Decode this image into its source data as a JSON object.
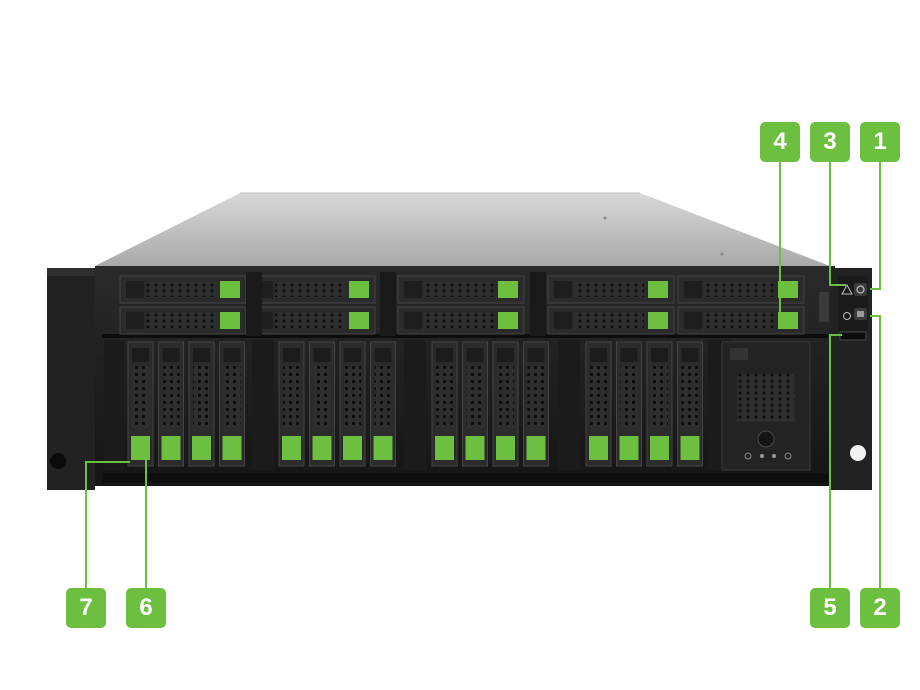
{
  "callouts": [
    {
      "label": "1"
    },
    {
      "label": "2"
    },
    {
      "label": "3"
    },
    {
      "label": "4"
    },
    {
      "label": "5"
    },
    {
      "label": "6"
    },
    {
      "label": "7"
    }
  ],
  "colors": {
    "accent": "#6dbf3f",
    "chassis": "#1e1e1e",
    "top_cover": "#c9c9c9"
  }
}
